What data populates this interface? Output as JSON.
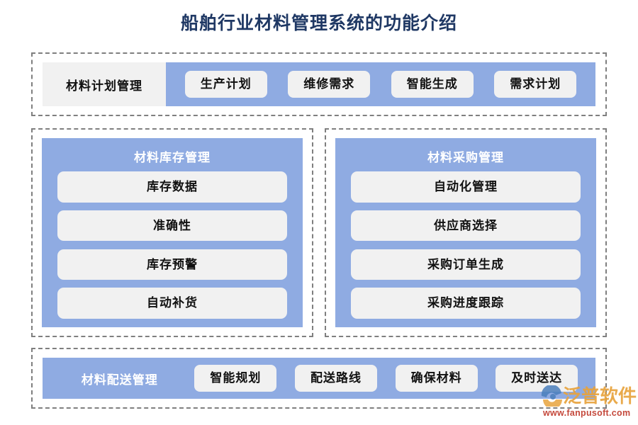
{
  "page": {
    "title": "船舶行业材料管理系统的功能介绍",
    "title_color": "#1F3864",
    "background": "#FFFFFF"
  },
  "theme": {
    "band_blue": "#8FABE2",
    "chip_gray": "#F1F1F1",
    "dash_border": "#7F7F7F",
    "text_dark": "#111111",
    "text_white": "#FFFFFF"
  },
  "sections": {
    "plan": {
      "label": "材料计划管理",
      "items": [
        {
          "label": "生产计划"
        },
        {
          "label": "维修需求"
        },
        {
          "label": "智能生成"
        },
        {
          "label": "需求计划"
        }
      ]
    },
    "stock": {
      "header": "材料库存管理",
      "items": [
        {
          "label": "库存数据"
        },
        {
          "label": "准确性"
        },
        {
          "label": "库存预警"
        },
        {
          "label": "自动补货"
        }
      ]
    },
    "purchase": {
      "header": "材料采购管理",
      "items": [
        {
          "label": "自动化管理"
        },
        {
          "label": "供应商选择"
        },
        {
          "label": "采购订单生成"
        },
        {
          "label": "采购进度跟踪"
        }
      ]
    },
    "delivery": {
      "label": "材料配送管理",
      "items": [
        {
          "label": "智能规划"
        },
        {
          "label": "配送路线"
        },
        {
          "label": "确保材料"
        },
        {
          "label": "及时送达"
        }
      ]
    }
  },
  "watermark": {
    "brand": "泛普软件",
    "url": "www.fanpusoft.com",
    "brand_color": "#E8A33D",
    "url_color": "#C0392B",
    "icon": "fanpu-swoosh-logo"
  }
}
